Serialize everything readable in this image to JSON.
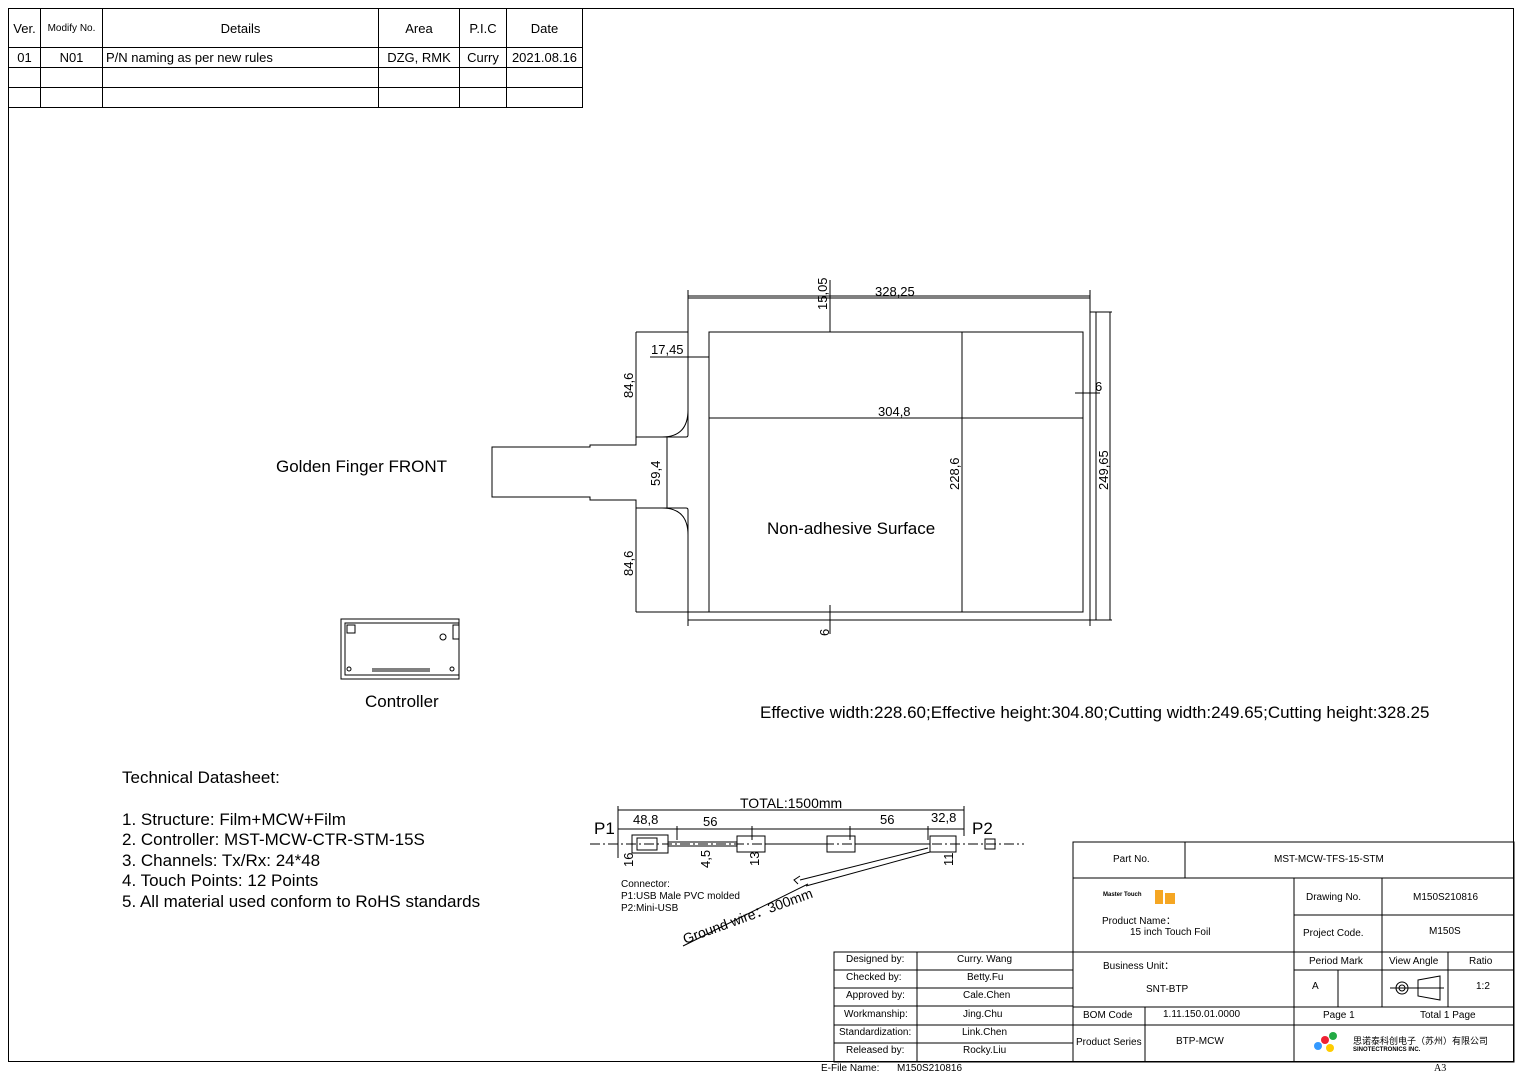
{
  "revision_table": {
    "headers": [
      "Ver.",
      "Modify No.",
      "Details",
      "Area",
      "P.I.C",
      "Date"
    ],
    "rows": [
      [
        "01",
        "N01",
        "P/N naming as per new rules",
        "DZG, RMK",
        "Curry",
        "2021.08.16"
      ],
      [
        "",
        "",
        "",
        "",
        "",
        ""
      ],
      [
        "",
        "",
        "",
        "",
        "",
        ""
      ]
    ]
  },
  "drawing": {
    "golden_finger_label": "Golden Finger FRONT",
    "surface_label": "Non-adhesive Surface",
    "controller_label": "Controller",
    "dims": {
      "top_offset": "15,05",
      "cutting_height": "328,25",
      "tab_width": "17,45",
      "upper_tail": "84,6",
      "effective_height": "304,8",
      "right_margin": "6",
      "finger_width": "59,4",
      "effective_width": "228,6",
      "cutting_width": "249,65",
      "lower_tail": "84,6",
      "bottom_margin": "6"
    },
    "summary": "Effective width:228.60;Effective height:304.80;Cutting width:249.65;Cutting height:328.25"
  },
  "tech": {
    "title": "Technical Datasheet:",
    "items": [
      "1. Structure: Film+MCW+Film",
      "2. Controller: MST-MCW-CTR-STM-15S",
      "3. Channels: Tx/Rx: 24*48",
      "4. Touch Points: 12 Points",
      "5. All material used conform to RoHS standards"
    ]
  },
  "cable": {
    "total": "TOTAL:1500mm",
    "p1": "P1",
    "p2": "P2",
    "d1": "48,8",
    "d2": "56",
    "d3": "56",
    "d4": "32,8",
    "h1": "16",
    "h2": "4,5",
    "h3": "13",
    "h4": "11",
    "connector_title": "Connector:",
    "connector_p1": "P1:USB Male PVC molded",
    "connector_p2": "P2:Mini-USB",
    "ground_wire": "Ground wire：300mm"
  },
  "title_block": {
    "part_no_label": "Part No.",
    "part_no": "MST-MCW-TFS-15-STM",
    "logo_text": "Master Touch",
    "product_name_label": "Product Name：",
    "product_name": "15 inch Touch Foil",
    "drawing_no_label": "Drawing No.",
    "drawing_no": "M150S210816",
    "project_code_label": "Project Code.",
    "project_code": "M150S",
    "business_unit_label": "Business Unit：",
    "business_unit": "SNT-BTP",
    "period_mark_label": "Period Mark",
    "period_mark": "A",
    "view_angle_label": "View Angle",
    "ratio_label": "Ratio",
    "ratio": "1:2",
    "bom_label": "BOM Code",
    "bom": "1.11.150.01.0000",
    "page_label": "Page 1",
    "total_pages": "Total 1 Page",
    "series_label": "Product Series",
    "series": "BTP-MCW",
    "company_cn": "思诺泰科创电子（苏州）有限公司",
    "company_en": "SINOTECTRONICS INC.",
    "signoffs": [
      {
        "role": "Designed by:",
        "name": "Curry. Wang"
      },
      {
        "role": "Checked by:",
        "name": "Betty.Fu"
      },
      {
        "role": "Approved by:",
        "name": "Cale.Chen"
      },
      {
        "role": "Workmanship:",
        "name": "Jing.Chu"
      },
      {
        "role": "Standardization:",
        "name": "Link.Chen"
      },
      {
        "role": "Released by:",
        "name": "Rocky.Liu"
      }
    ],
    "efile_label": "E-File Name:",
    "efile": "M150S210816",
    "sheet_size": "A3"
  }
}
